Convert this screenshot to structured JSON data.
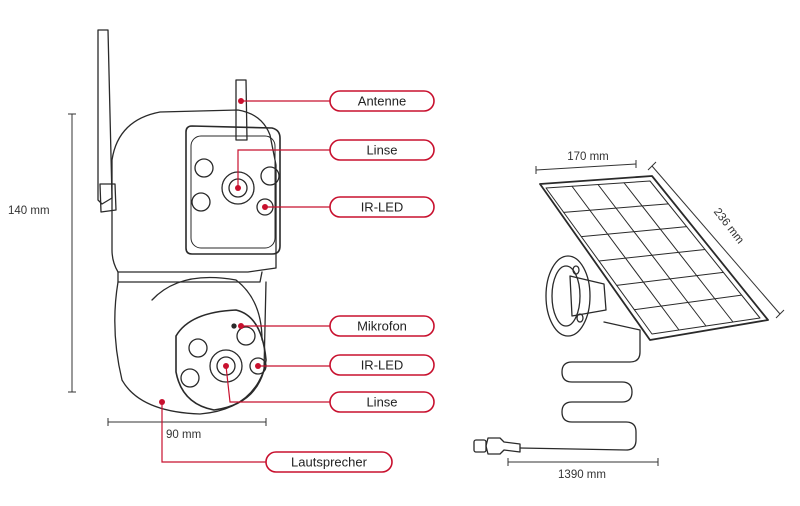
{
  "callouts": {
    "antenna": "Antenne",
    "lens_top": "Linse",
    "irled_top": "IR-LED",
    "microphone": "Mikrofon",
    "irled_bottom": "IR-LED",
    "lens_bottom": "Linse",
    "speaker": "Lautsprecher"
  },
  "dimensions": {
    "camera_height": "140 mm",
    "camera_width": "90 mm",
    "panel_width": "170 mm",
    "panel_height": "236 mm",
    "cable_length": "1390 mm"
  },
  "colors": {
    "accent": "#c8102e",
    "outline": "#2a2a2a",
    "dimension": "#333333"
  }
}
